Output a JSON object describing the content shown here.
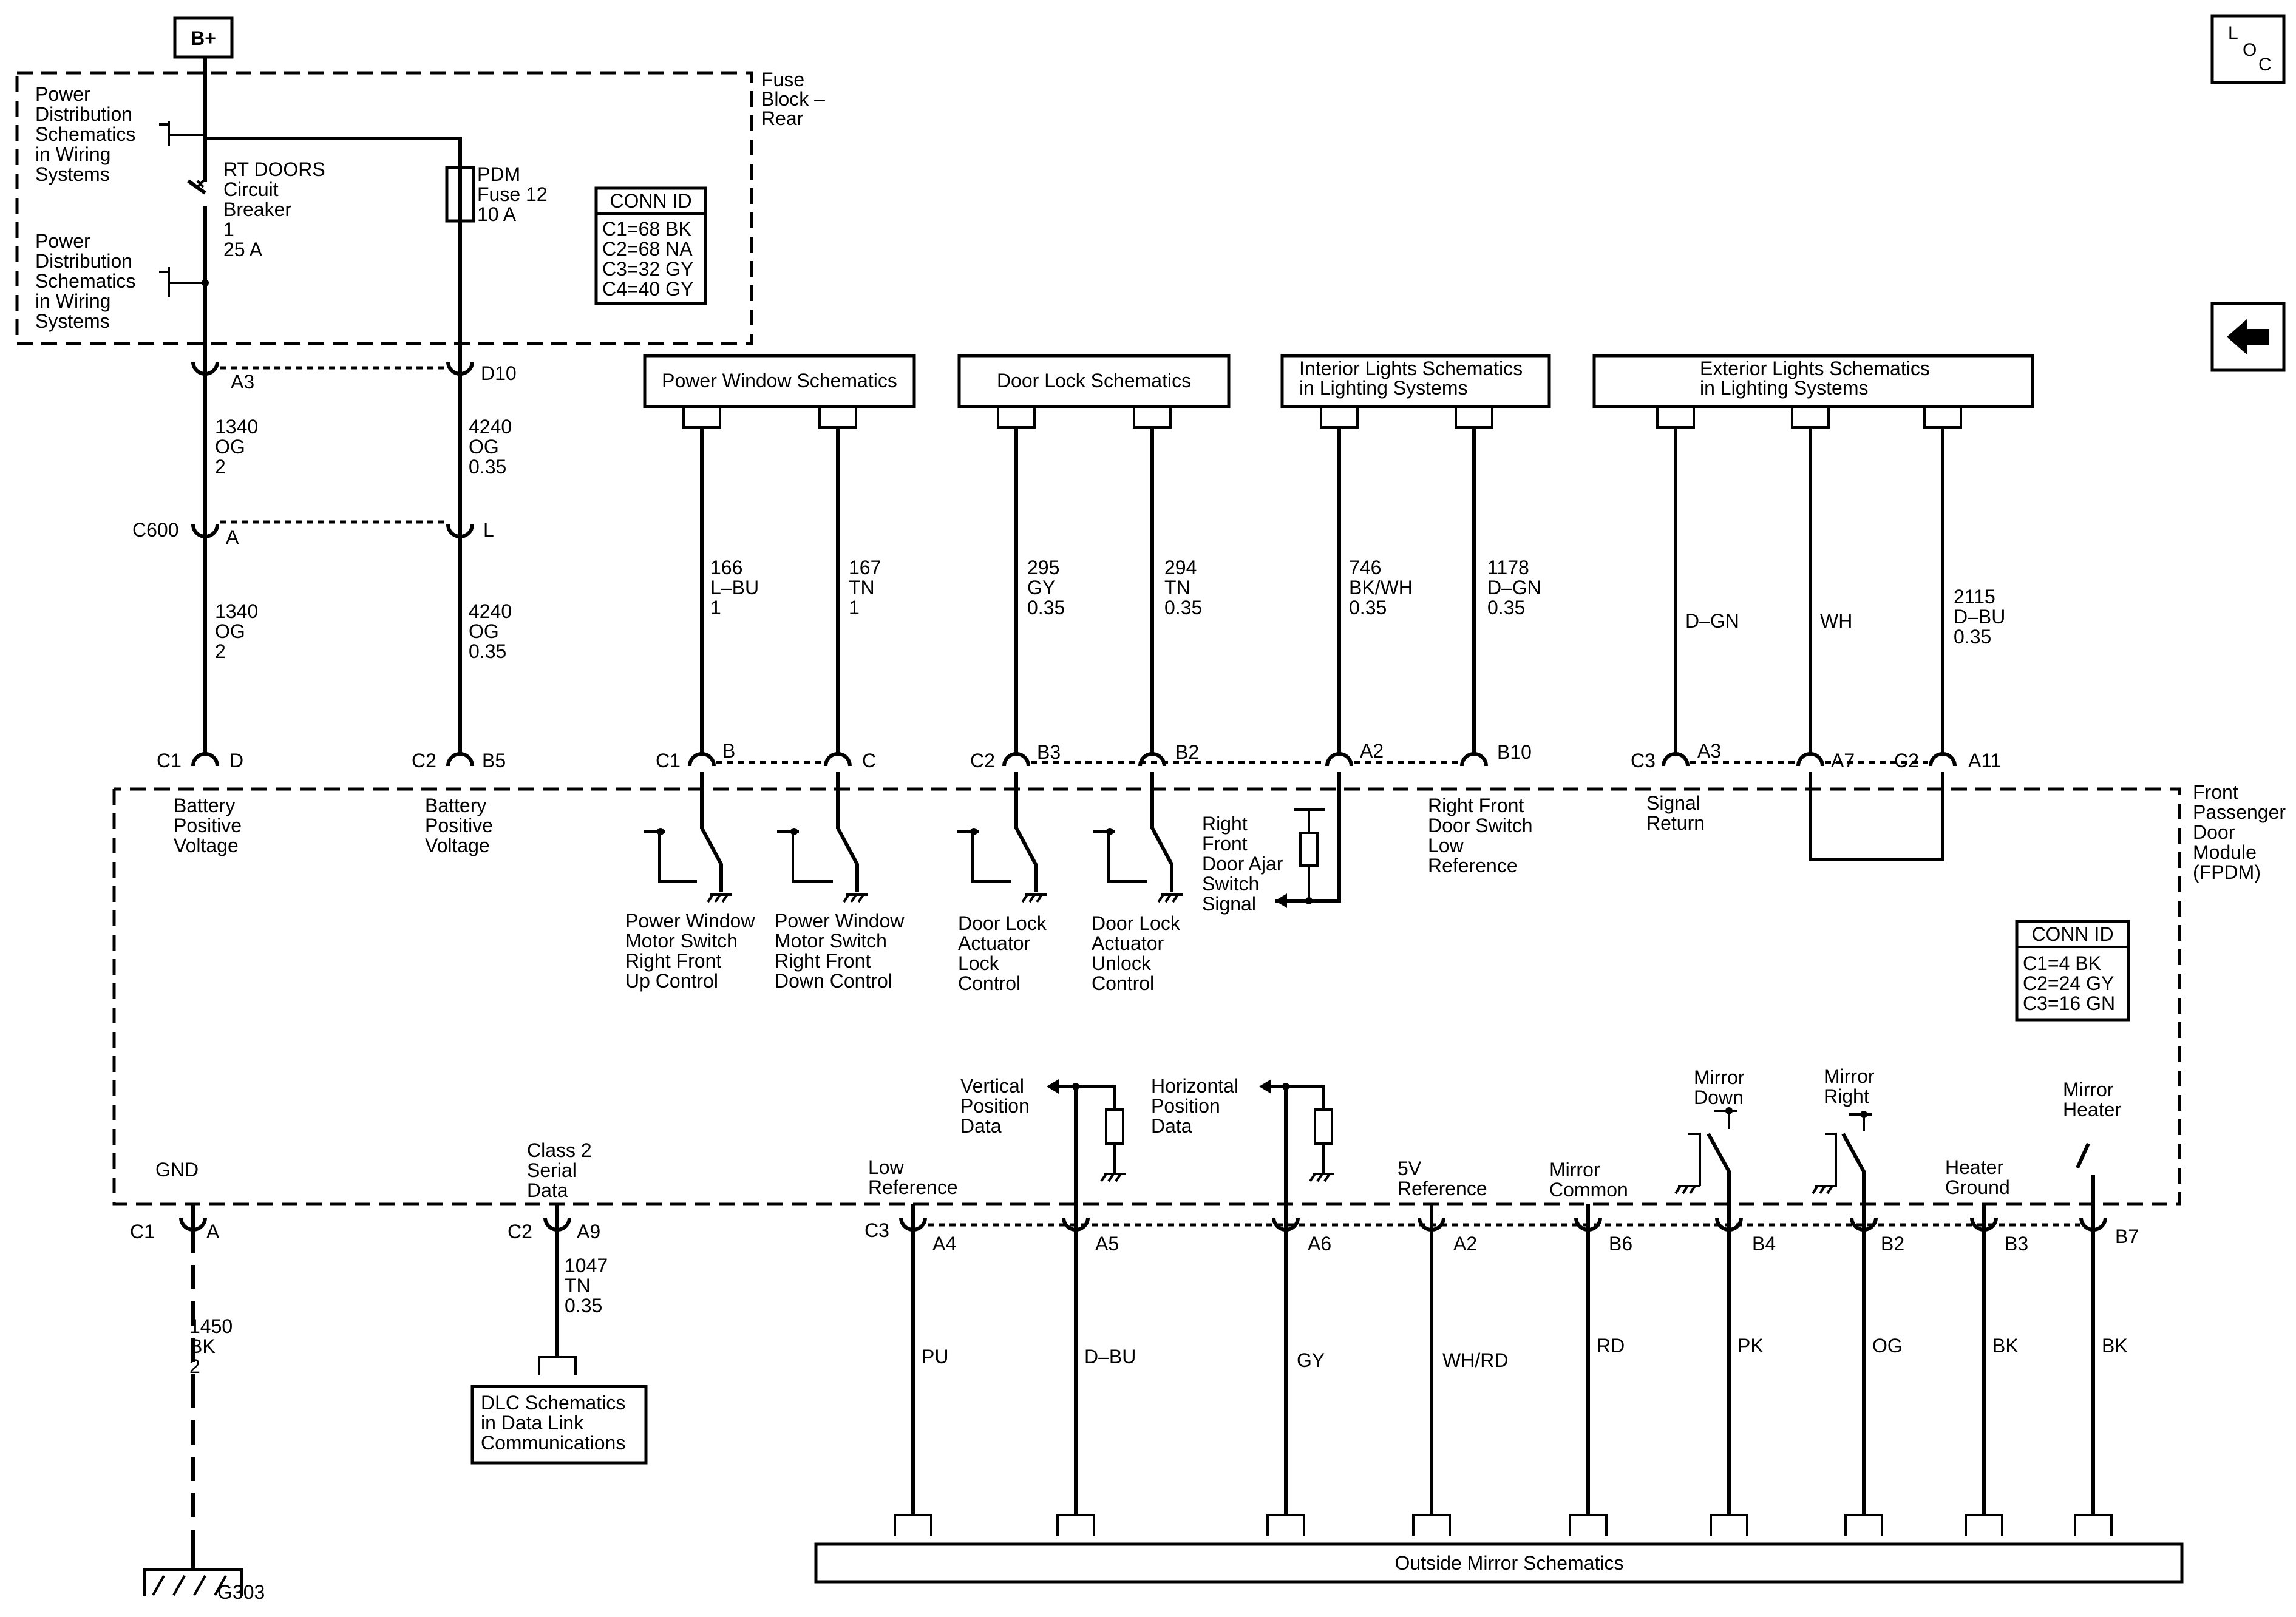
{
  "power": {
    "bplus": "B+",
    "pd_text_1": [
      "Power",
      "Distribution",
      "Schematics",
      "in Wiring",
      "Systems"
    ],
    "pd_text_2": [
      "Power",
      "Distribution",
      "Schematics",
      "in Wiring",
      "Systems"
    ],
    "breaker": [
      "RT DOORS",
      "Circuit",
      "Breaker",
      "1",
      "25 A"
    ],
    "fuse": [
      "PDM",
      "Fuse 12",
      "10 A"
    ],
    "fuse_block": [
      "Fuse",
      "Block –",
      "Rear"
    ],
    "conn_id_title": "CONN ID",
    "conn_id_lines": [
      "C1=68 BK",
      "C2=68 NA",
      "C3=32 GY",
      "C4=40 GY"
    ]
  },
  "loc": [
    "L",
    "O",
    "C"
  ],
  "upper_left": {
    "pin_a3": "A3",
    "pin_d10": "D10",
    "wire_1340_a": [
      "1340",
      "OG",
      "2"
    ],
    "wire_4240_a": [
      "4240",
      "OG",
      "0.35"
    ],
    "c600": "C600",
    "c600_a": "A",
    "c600_l": "L",
    "wire_1340_b": [
      "1340",
      "OG",
      "2"
    ],
    "wire_4240_b": [
      "4240",
      "OG",
      "0.35"
    ]
  },
  "schematics": {
    "power_window": "Power Window Schematics",
    "door_lock": "Door Lock Schematics",
    "interior_lights": [
      "Interior Lights Schematics",
      "in Lighting Systems"
    ],
    "exterior_lights": [
      "Exterior Lights Schematics",
      "in Lighting Systems"
    ],
    "dlc": [
      "DLC Schematics",
      "in Data Link",
      "Communications"
    ],
    "outside_mirror": "Outside Mirror Schematics"
  },
  "upper_wires": {
    "w166": [
      "166",
      "L–BU",
      "1"
    ],
    "w167": [
      "167",
      "TN",
      "1"
    ],
    "w295": [
      "295",
      "GY",
      "0.35"
    ],
    "w294": [
      "294",
      "TN",
      "0.35"
    ],
    "w746": [
      "746",
      "BK/WH",
      "0.35"
    ],
    "w1178": [
      "1178",
      "D–GN",
      "0.35"
    ],
    "w_dgn": "D–GN",
    "w_wh": "WH",
    "w2115": [
      "2115",
      "D–BU",
      "0.35"
    ]
  },
  "top_pins": {
    "c1": "C1",
    "d": "D",
    "c2_left": "C2",
    "b5": "B5",
    "c1b": "C1",
    "b": "B",
    "c": "C",
    "c2b": "C2",
    "b3": "B3",
    "b2": "B2",
    "a2": "A2",
    "b10": "B10",
    "c3": "C3",
    "a3": "A3",
    "a7": "A7",
    "c2c": "C2",
    "a11": "A11"
  },
  "module": {
    "name": [
      "Front",
      "Passenger",
      "Door",
      "Module",
      "(FPDM)"
    ],
    "conn_id_title": "CONN ID",
    "conn_id_lines": [
      "C1=4 BK",
      "C2=24 GY",
      "C3=16 GN"
    ],
    "batt_1": [
      "Battery",
      "Positive",
      "Voltage"
    ],
    "batt_2": [
      "Battery",
      "Positive",
      "Voltage"
    ],
    "pw_up": [
      "Power Window",
      "Motor Switch",
      "Right Front",
      "Up Control"
    ],
    "pw_down": [
      "Power Window",
      "Motor Switch",
      "Right Front",
      "Down Control"
    ],
    "dl_lock": [
      "Door Lock",
      "Actuator",
      "Lock",
      "Control"
    ],
    "dl_unlock": [
      "Door Lock",
      "Actuator",
      "Unlock",
      "Control"
    ],
    "door_ajar": [
      "Right",
      "Front",
      "Door Ajar",
      "Switch",
      "Signal"
    ],
    "door_switch_low": [
      "Right Front",
      "Door Switch",
      "Low",
      "Reference"
    ],
    "signal_return": [
      "Signal",
      "Return"
    ],
    "gnd": "GND",
    "class2": [
      "Class 2",
      "Serial",
      "Data"
    ],
    "low_ref": [
      "Low",
      "Reference"
    ],
    "vertical": [
      "Vertical",
      "Position",
      "Data"
    ],
    "horizontal": [
      "Horizontal",
      "Position",
      "Data"
    ],
    "five_v": [
      "5V",
      "Reference"
    ],
    "mirror_common": [
      "Mirror",
      "Common"
    ],
    "mirror_down": [
      "Mirror",
      "Down"
    ],
    "mirror_right": [
      "Mirror",
      "Right"
    ],
    "heater_ground": [
      "Heater",
      "Ground"
    ],
    "mirror_heater": [
      "Mirror",
      "Heater"
    ]
  },
  "bottom_pins": {
    "c1": "C1",
    "a": "A",
    "c2": "C2",
    "a9": "A9",
    "c3": "C3",
    "a4": "A4",
    "a5": "A5",
    "a6": "A6",
    "a2": "A2",
    "b6": "B6",
    "b4": "B4",
    "b2": "B2",
    "b3": "B3",
    "b7": "B7"
  },
  "bottom_wires": {
    "w1450": [
      "1450",
      "BK",
      "2"
    ],
    "w1047": [
      "1047",
      "TN",
      "0.35"
    ],
    "pu": "PU",
    "dbu": "D–BU",
    "gy": "GY",
    "whrd": "WH/RD",
    "rd": "RD",
    "pk": "PK",
    "og": "OG",
    "bk1": "BK",
    "bk2": "BK"
  },
  "ground": "G303"
}
